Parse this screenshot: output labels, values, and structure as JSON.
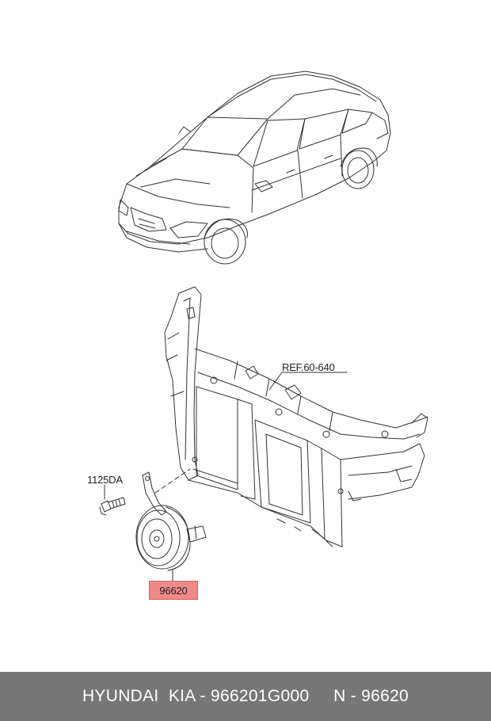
{
  "labels": {
    "reference": "REF.60-640",
    "bolt": "1125DA",
    "part": "96620"
  },
  "footer": {
    "text": "HYUNDAI  KIA - 966201G000     N - 96620"
  },
  "colors": {
    "highlight": "#f08a8a",
    "footer_bg": "#777777",
    "line": "#333333"
  }
}
